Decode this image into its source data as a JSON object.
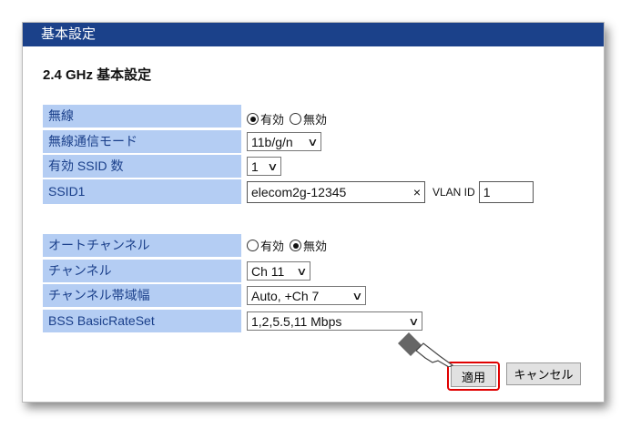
{
  "header": {
    "title": "基本設定"
  },
  "section_title": "2.4 GHz 基本設定",
  "rows": {
    "wireless": {
      "label": "無線",
      "opt_on": "有効",
      "opt_off": "無効",
      "selected": "有効"
    },
    "mode": {
      "label": "無線通信モード",
      "value": "11b/g/n"
    },
    "ssid_count": {
      "label": "有効 SSID 数",
      "value": "1"
    },
    "ssid1": {
      "label": "SSID1",
      "value": "elecom2g-12345",
      "clear": "×",
      "vlan_label": "VLAN ID",
      "vlan_value": "1"
    },
    "auto_channel": {
      "label": "オートチャンネル",
      "opt_on": "有効",
      "opt_off": "無効",
      "selected": "無効"
    },
    "channel": {
      "label": "チャンネル",
      "value": "Ch 11"
    },
    "bandwidth": {
      "label": "チャンネル帯域幅",
      "value": "Auto, +Ch 7"
    },
    "basic_rate": {
      "label": "BSS BasicRateSet",
      "value": "1,2,5.5,11 Mbps"
    }
  },
  "buttons": {
    "apply": "適用",
    "cancel": "キャンセル"
  },
  "colors": {
    "header": "#1b418a",
    "label_bg": "#b4cdf3",
    "highlight": "#e00000"
  }
}
